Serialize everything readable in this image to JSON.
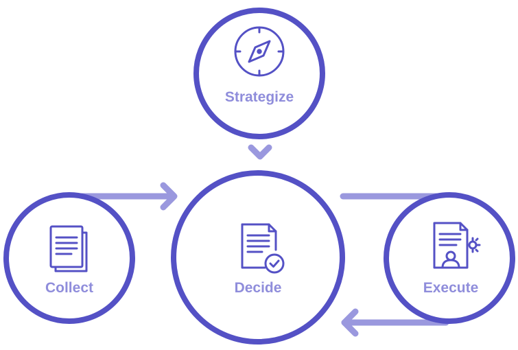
{
  "colors": {
    "ring": "#5451c5",
    "icon": "#5451c5",
    "label": "#8f8ddb",
    "connector": "#9a98de",
    "background": "#ffffff"
  },
  "nodes": {
    "strategize": {
      "label": "Strategize",
      "icon": "compass-icon"
    },
    "collect": {
      "label": "Collect",
      "icon": "documents-icon"
    },
    "decide": {
      "label": "Decide",
      "icon": "document-check-icon"
    },
    "execute": {
      "label": "Execute",
      "icon": "document-user-gear-icon"
    }
  },
  "flow": [
    {
      "from": "strategize",
      "to": "decide",
      "icon": "chevron-down-icon"
    },
    {
      "from": "collect",
      "to": "decide",
      "icon": "arrow-right-icon"
    },
    {
      "from": "decide",
      "to": "execute",
      "icon": "connector-line"
    },
    {
      "from": "execute",
      "to": "decide",
      "icon": "arrow-left-icon"
    }
  ]
}
